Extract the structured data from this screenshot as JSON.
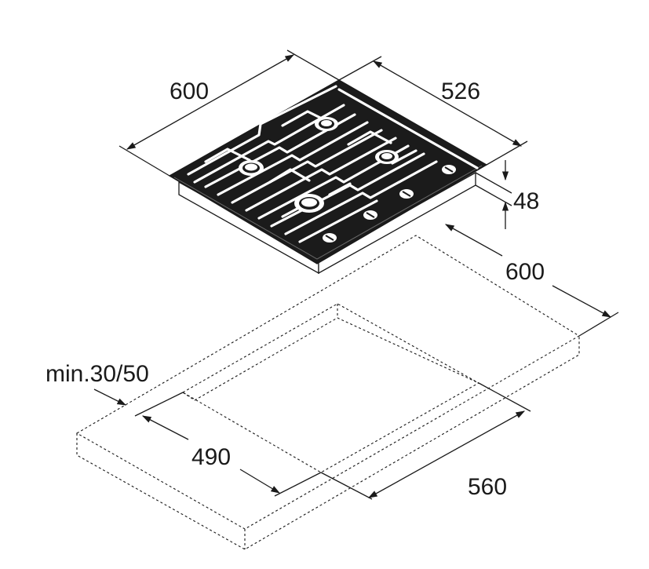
{
  "dimensions": {
    "hob_width": "600",
    "hob_depth": "526",
    "hob_height": "48",
    "cutout_outer": "600",
    "min_clearance": "min.30/50",
    "cutout_depth": "490",
    "cutout_width": "560"
  },
  "colors": {
    "line": "#1a1a1a",
    "hob_top": "#1b1b1b",
    "background": "#ffffff"
  }
}
